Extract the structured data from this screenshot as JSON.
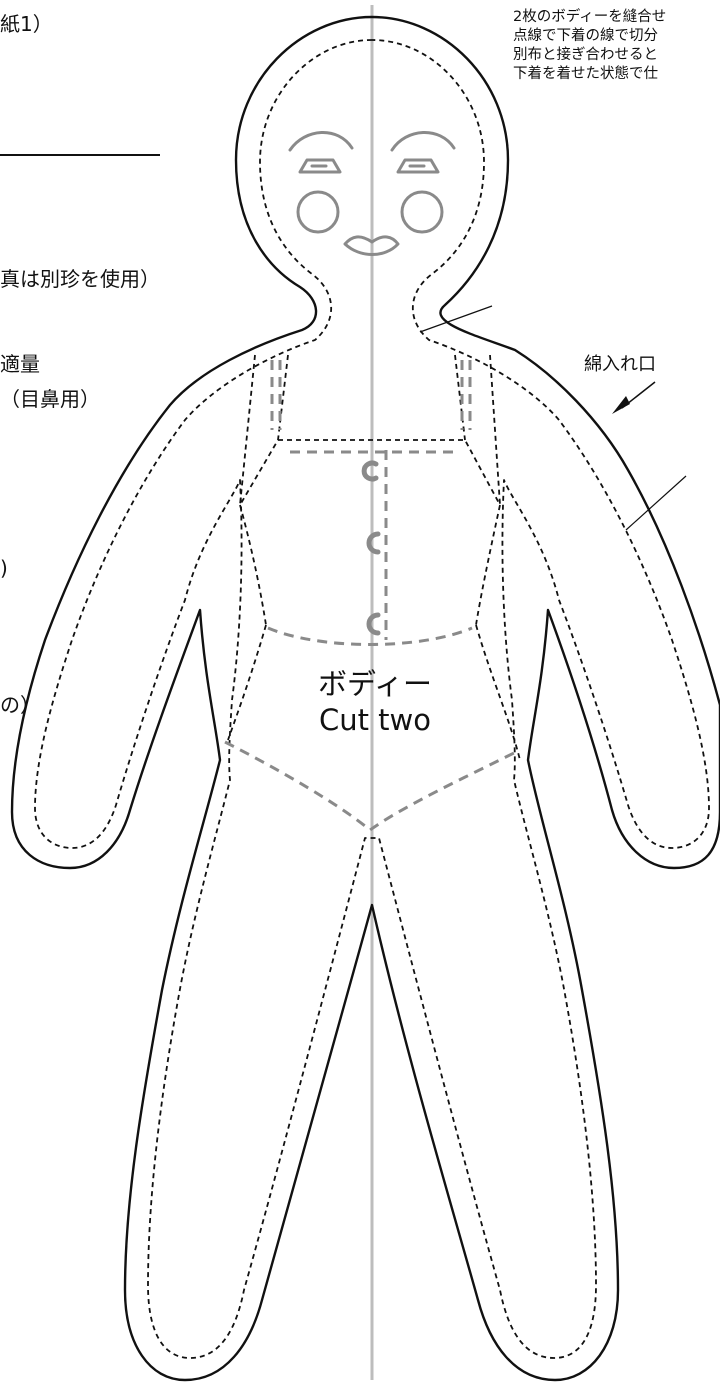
{
  "left_notes": {
    "title_fragment": "紙1）",
    "line_1": "真は別珍を使用）",
    "line_2": "適量",
    "line_3": "（目鼻用）",
    "line_4": ")",
    "line_5": "の）"
  },
  "top_right_notes": [
    "2枚のボディーを縫合せ",
    "点線で下着の線で切分",
    "別布と接ぎ合わせると",
    "下着を着せた状態で仕"
  ],
  "stuffing_opening_label": "綿入れ口",
  "piece": {
    "name": "ボディー",
    "cut_instruction": "Cut two"
  },
  "colors": {
    "outline": "#111111",
    "guide_gray": "#8a8a8a",
    "center_line": "#bdbdbd"
  }
}
